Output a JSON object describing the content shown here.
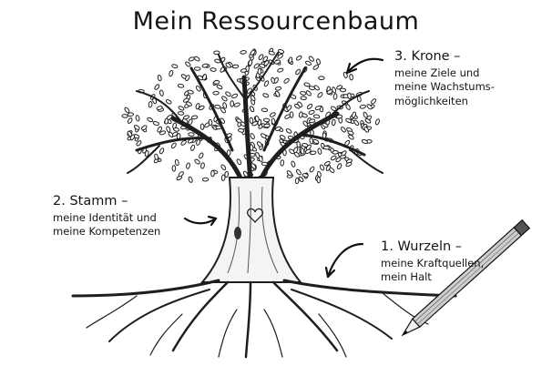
{
  "title": "Mein Ressourcenbaum",
  "labels": {
    "crown": {
      "heading": "3. Krone –",
      "line1": "meine Ziele und",
      "line2": "meine Wachstums-",
      "line3": "möglichkeiten"
    },
    "trunk": {
      "heading": "2. Stamm –",
      "line1": "meine Identität und",
      "line2": "meine Kompetenzen"
    },
    "roots": {
      "heading": "1. Wurzeln –",
      "line1": "meine Kraftquellen,",
      "line2": "mein Halt"
    }
  },
  "icons": [
    "heart-icon",
    "pencil-icon",
    "arrow-icon"
  ]
}
